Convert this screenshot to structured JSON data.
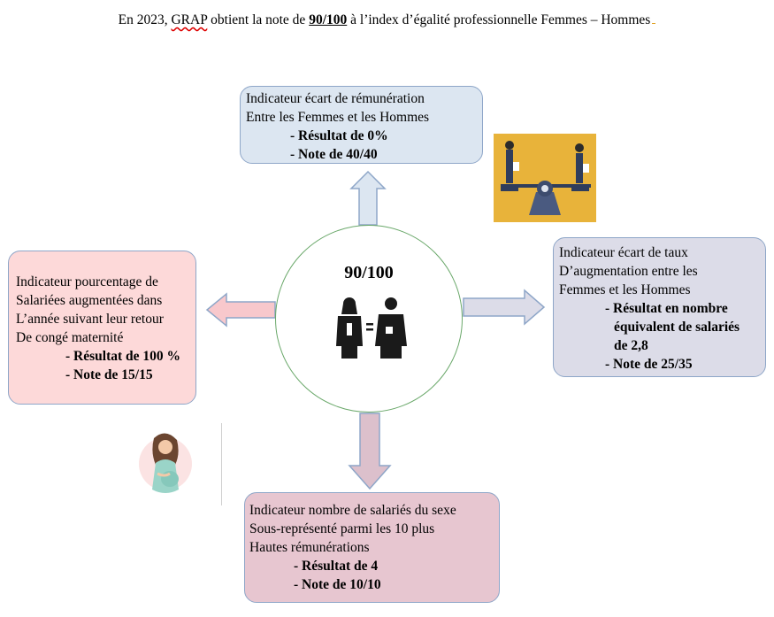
{
  "title": {
    "part1": "En 2023, ",
    "org": "GRAP",
    "part2": " obtient la note de ",
    "score": "90/100",
    "part3": " à l’index d’égalité professionnelle Femmes – Hommes"
  },
  "center": {
    "score": "90/100",
    "icon": "women-men-equality-icon"
  },
  "boxes": {
    "top": {
      "lines": [
        "Indicateur écart de rémunération",
        "Entre les Femmes et les Hommes"
      ],
      "results": [
        "- Résultat de 0%",
        "- Note de 40/40"
      ],
      "color": "#dce6f1"
    },
    "right": {
      "lines": [
        "Indicateur écart de taux",
        "D’augmentation entre les",
        "Femmes et les Hommes"
      ],
      "results": [
        "- Résultat en nombre",
        "équivalent de salariés",
        "de 2,8",
        "- Note de 25/35"
      ],
      "color": "#dcdce8"
    },
    "left": {
      "lines": [
        "Indicateur pourcentage de",
        "Salariées augmentées dans",
        "L’année suivant leur retour",
        "De congé maternité"
      ],
      "results": [
        "- Résultat de 100 %",
        "- Note de 15/15"
      ],
      "color": "#fdd9d9"
    },
    "bottom": {
      "lines": [
        "Indicateur nombre de salariés du sexe",
        "Sous-représenté parmi les 10 plus",
        "Hautes rémunérations"
      ],
      "results": [
        "- Résultat de 4",
        "- Note de 10/10"
      ],
      "color": "#e7c6d0"
    }
  },
  "images": {
    "scale": "balance-scale-icon",
    "pregnant": "pregnant-woman-icon"
  }
}
